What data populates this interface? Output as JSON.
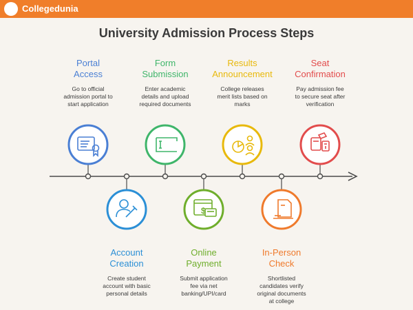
{
  "header": {
    "brand": "Collegedunia",
    "color": "#f07e2a"
  },
  "title": "University Admission Process Steps",
  "steps": [
    {
      "title_line1": "Portal",
      "title_line2": "Access",
      "desc": [
        "Go to official",
        "admission portal to",
        "start application"
      ],
      "color": "#4a7fd4",
      "icon": "certificate-icon"
    },
    {
      "title_line1": "Account",
      "title_line2": "Creation",
      "desc": [
        "Create student",
        "account with basic",
        "personal details"
      ],
      "color": "#2b8fd6",
      "icon": "user-edit-icon"
    },
    {
      "title_line1": "Form",
      "title_line2": "Submission",
      "desc": [
        "Enter academic",
        "details and upload",
        "required documents"
      ],
      "color": "#3fb56a",
      "icon": "form-field-icon"
    },
    {
      "title_line1": "Online",
      "title_line2": "Payment",
      "desc": [
        "Submit application",
        "fee via net",
        "banking/UPI/card"
      ],
      "color": "#6fae2c",
      "icon": "payment-icon"
    },
    {
      "title_line1": "Results",
      "title_line2": "Announcement",
      "desc": [
        "College releases",
        "merit lists based on",
        "marks"
      ],
      "color": "#e8b90c",
      "icon": "results-chart-icon"
    },
    {
      "title_line1": "In-Person",
      "title_line2": "Check",
      "desc": [
        "Shortlisted",
        "candidates verify",
        "original documents",
        "at college"
      ],
      "color": "#ef7a2c",
      "icon": "document-check-icon"
    },
    {
      "title_line1": "Seat",
      "title_line2": "Confirmation",
      "desc": [
        "Pay admission fee",
        "to secure seat after",
        "verification"
      ],
      "color": "#e24c4c",
      "icon": "seat-confirmation-icon"
    }
  ]
}
